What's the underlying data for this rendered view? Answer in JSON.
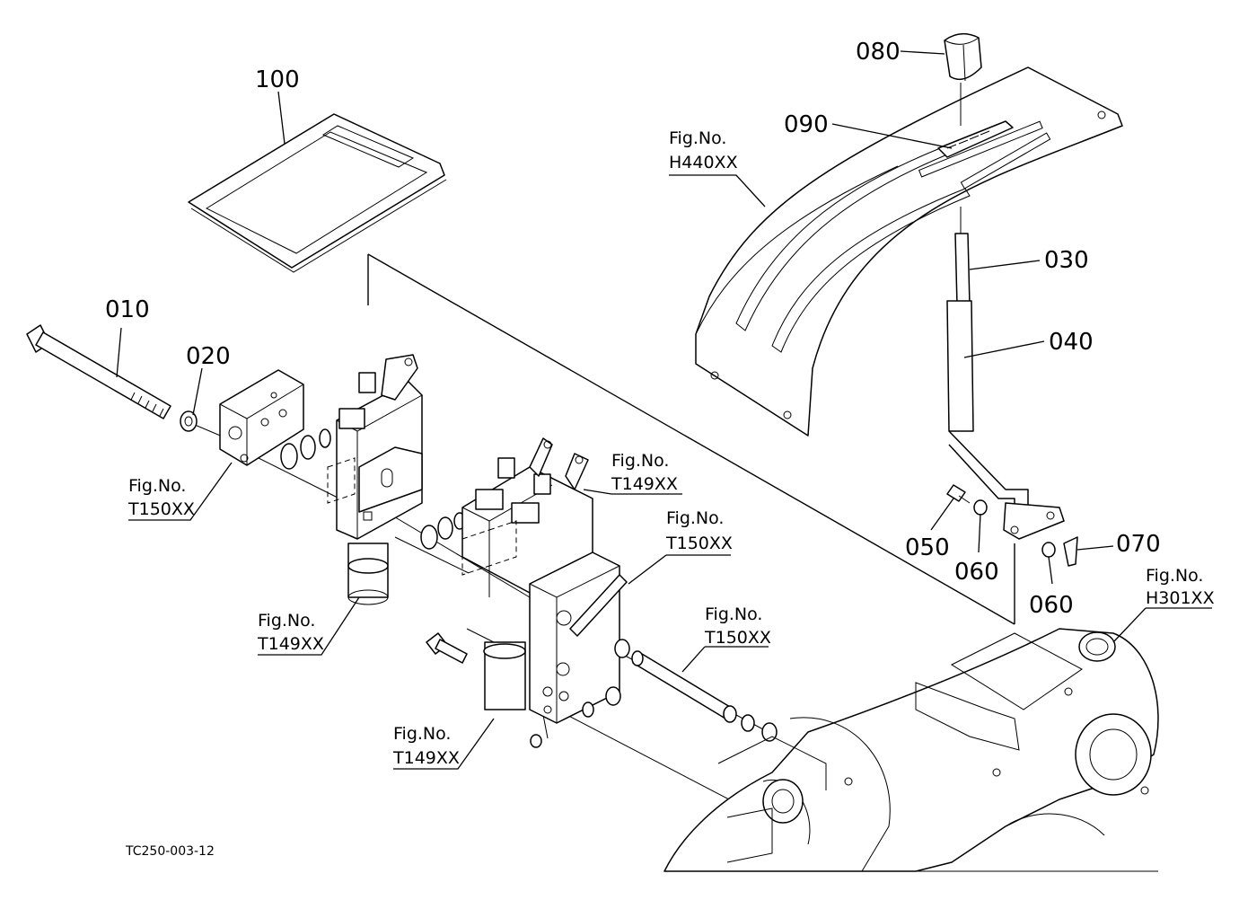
{
  "diagram_code": "TC250-003-12",
  "part_labels": {
    "p010": "010",
    "p020": "020",
    "p030": "030",
    "p040": "040",
    "p050": "050",
    "p060a": "060",
    "p060b": "060",
    "p070": "070",
    "p080": "080",
    "p090": "090",
    "p100": "100"
  },
  "fig_refs": {
    "h440": {
      "line1": "Fig.No.",
      "line2": "H440XX"
    },
    "t150_left": {
      "line1": "Fig.No.",
      "line2": "T150XX"
    },
    "t149_top": {
      "line1": "Fig.No.",
      "line2": "T149XX"
    },
    "t150_mid": {
      "line1": "Fig.No.",
      "line2": "T150XX"
    },
    "t149_left": {
      "line1": "Fig.No.",
      "line2": "T149XX"
    },
    "t150_right": {
      "line1": "Fig.No.",
      "line2": "T150XX"
    },
    "t149_bottom": {
      "line1": "Fig.No.",
      "line2": "T149XX"
    },
    "h301": {
      "line1": "Fig.No.",
      "line2": "H301XX"
    }
  }
}
